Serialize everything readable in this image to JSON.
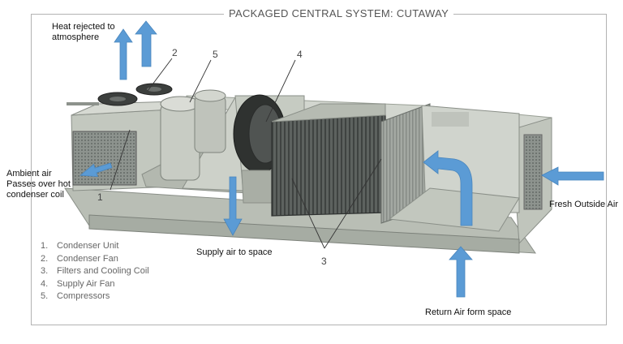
{
  "title": "PACKAGED CENTRAL SYSTEM: CUTAWAY",
  "labels": {
    "heat_rejected_line1": "Heat rejected to",
    "heat_rejected_line2": "atmosphere",
    "ambient_line1": "Ambient air",
    "ambient_line2": "Passes over hot",
    "ambient_line3": "condenser coil",
    "supply_air": "Supply air to space",
    "fresh_air": "Fresh Outside Air",
    "return_air": "Return Air form space"
  },
  "callouts": {
    "c1": "1",
    "c2": "2",
    "c3": "3",
    "c4": "4",
    "c5": "5"
  },
  "legend": [
    {
      "num": "1.",
      "label": "Condenser Unit"
    },
    {
      "num": "2.",
      "label": "Condenser Fan"
    },
    {
      "num": "3.",
      "label": "Filters and Cooling Coil"
    },
    {
      "num": "4.",
      "label": "Supply Air Fan"
    },
    {
      "num": "5.",
      "label": "Compressors"
    }
  ],
  "colors": {
    "arrow": "#5b9bd5",
    "housing": "#c9cec4",
    "housing_dark": "#a9b0a6",
    "grille": "#7e8480"
  }
}
